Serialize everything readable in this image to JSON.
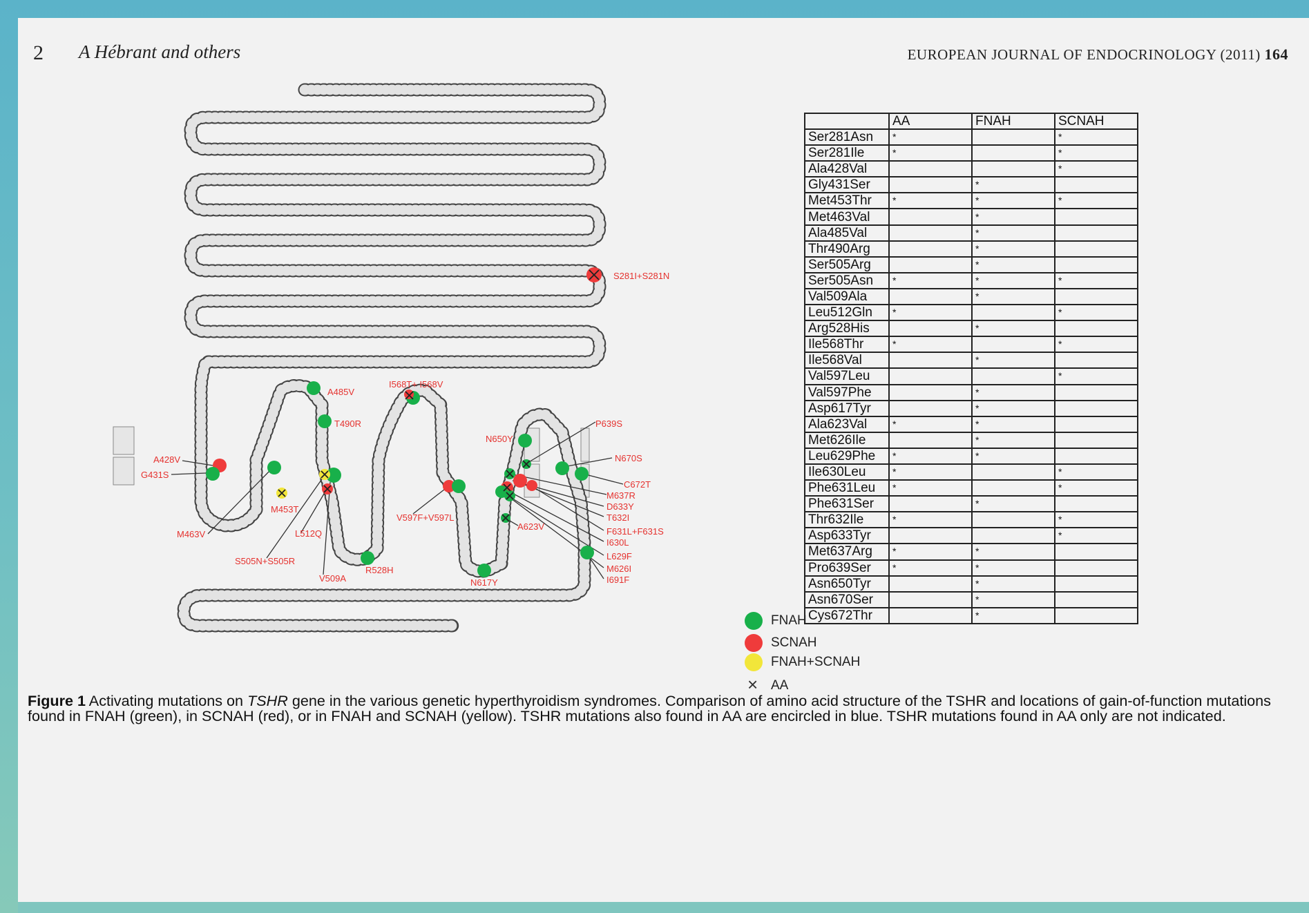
{
  "header": {
    "page_number": "2",
    "authors": "A Hébrant and others",
    "journal": "EUROPEAN JOURNAL OF ENDOCRINOLOGY (2011)",
    "volume": "164"
  },
  "mutation_labels": [
    "S281I+S281N",
    "A485V",
    "T490R",
    "I568T+ I568V",
    "P639S",
    "N650Y",
    "N670S",
    "A428V",
    "G431S",
    "C672T",
    "M637R",
    "D633Y",
    "T632I",
    "F631L+F631S",
    "I630L",
    "L629F",
    "M626I",
    "I691F",
    "M453T",
    "M463V",
    "L512Q",
    "S505N+S505R",
    "V509A",
    "R528H",
    "V597F+V597L",
    "A623V",
    "N617Y"
  ],
  "table": {
    "headers": [
      "",
      "AA",
      "FNAH",
      "SCNAH"
    ],
    "rows": [
      {
        "mutation": "Ser281Asn",
        "aa": "*",
        "fnah": "",
        "scnah": "*"
      },
      {
        "mutation": "Ser281Ile",
        "aa": "*",
        "fnah": "",
        "scnah": "*"
      },
      {
        "mutation": "Ala428Val",
        "aa": "",
        "fnah": "",
        "scnah": "*"
      },
      {
        "mutation": "Gly431Ser",
        "aa": "",
        "fnah": "*",
        "scnah": ""
      },
      {
        "mutation": "Met453Thr",
        "aa": "*",
        "fnah": "*",
        "scnah": "*"
      },
      {
        "mutation": "Met463Val",
        "aa": "",
        "fnah": "*",
        "scnah": ""
      },
      {
        "mutation": "Ala485Val",
        "aa": "",
        "fnah": "*",
        "scnah": ""
      },
      {
        "mutation": "Thr490Arg",
        "aa": "",
        "fnah": "*",
        "scnah": ""
      },
      {
        "mutation": "Ser505Arg",
        "aa": "",
        "fnah": "*",
        "scnah": ""
      },
      {
        "mutation": "Ser505Asn",
        "aa": "*",
        "fnah": "*",
        "scnah": "*"
      },
      {
        "mutation": "Val509Ala",
        "aa": "",
        "fnah": "*",
        "scnah": ""
      },
      {
        "mutation": "Leu512Gln",
        "aa": "*",
        "fnah": "",
        "scnah": "*"
      },
      {
        "mutation": "Arg528His",
        "aa": "",
        "fnah": "*",
        "scnah": ""
      },
      {
        "mutation": "Ile568Thr",
        "aa": "*",
        "fnah": "",
        "scnah": "*"
      },
      {
        "mutation": "Ile568Val",
        "aa": "",
        "fnah": "*",
        "scnah": ""
      },
      {
        "mutation": "Val597Leu",
        "aa": "",
        "fnah": "",
        "scnah": "*"
      },
      {
        "mutation": "Val597Phe",
        "aa": "",
        "fnah": "*",
        "scnah": ""
      },
      {
        "mutation": "Asp617Tyr",
        "aa": "",
        "fnah": "*",
        "scnah": ""
      },
      {
        "mutation": "Ala623Val",
        "aa": "*",
        "fnah": "*",
        "scnah": ""
      },
      {
        "mutation": "Met626Ile",
        "aa": "",
        "fnah": "*",
        "scnah": ""
      },
      {
        "mutation": "Leu629Phe",
        "aa": "*",
        "fnah": "*",
        "scnah": ""
      },
      {
        "mutation": "Ile630Leu",
        "aa": "*",
        "fnah": "",
        "scnah": "*"
      },
      {
        "mutation": "Phe631Leu",
        "aa": "*",
        "fnah": "",
        "scnah": "*"
      },
      {
        "mutation": "Phe631Ser",
        "aa": "",
        "fnah": "*",
        "scnah": ""
      },
      {
        "mutation": "Thr632Ile",
        "aa": "*",
        "fnah": "",
        "scnah": "*"
      },
      {
        "mutation": "Asp633Tyr",
        "aa": "",
        "fnah": "",
        "scnah": "*"
      },
      {
        "mutation": "Met637Arg",
        "aa": "*",
        "fnah": "*",
        "scnah": ""
      },
      {
        "mutation": "Pro639Ser",
        "aa": "*",
        "fnah": "*",
        "scnah": ""
      },
      {
        "mutation": "Asn650Tyr",
        "aa": "",
        "fnah": "*",
        "scnah": ""
      },
      {
        "mutation": "Asn670Ser",
        "aa": "",
        "fnah": "*",
        "scnah": ""
      },
      {
        "mutation": "Cys672Thr",
        "aa": "",
        "fnah": "*",
        "scnah": ""
      }
    ]
  },
  "legend": [
    {
      "label": "FNAH",
      "color": "#18b04a",
      "marker": "dot"
    },
    {
      "label": "SCNAH",
      "color": "#ef3b3b",
      "marker": "dot"
    },
    {
      "label": "FNAH+SCNAH",
      "color": "#f2e63a",
      "marker": "dot"
    },
    {
      "label": "AA",
      "color": "#333333",
      "marker": "cross"
    }
  ],
  "caption": {
    "label": "Figure 1",
    "text_before_gene": " Activating mutations on ",
    "gene": "TSHR",
    "text_after_gene": " gene in the various genetic hyperthyroidism syndromes. Comparison of amino acid structure of the TSHR and locations of gain-of-function mutations found in FNAH (green), in SCNAH (red), or in FNAH and SCNAH (yellow). TSHR mutations also found in AA are encircled in blue. TSHR mutations found in AA only are not indicated."
  }
}
